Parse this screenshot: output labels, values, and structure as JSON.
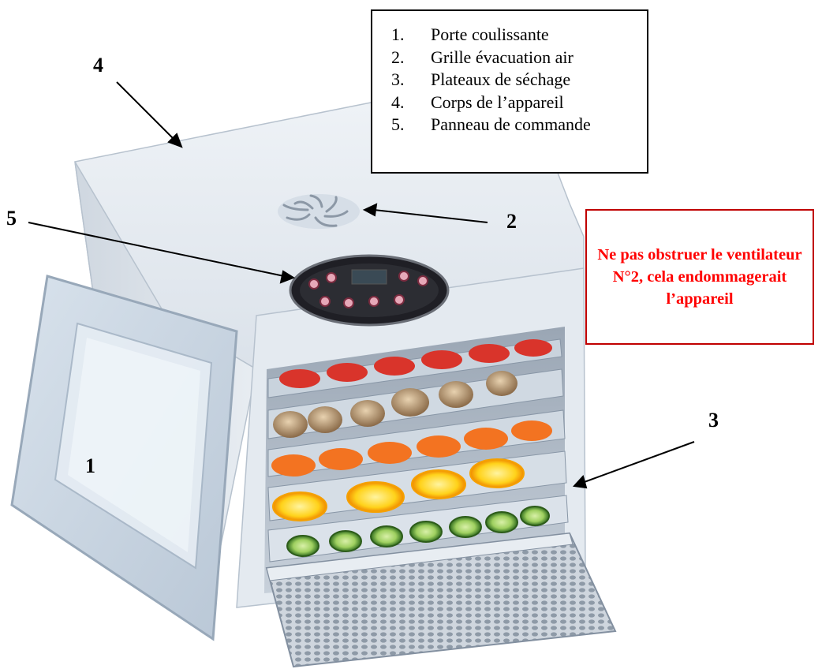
{
  "legend": {
    "items": [
      {
        "num": "1.",
        "label": "Porte coulissante"
      },
      {
        "num": "2.",
        "label": "Grille évacuation air"
      },
      {
        "num": "3.",
        "label": "Plateaux de séchage"
      },
      {
        "num": "4.",
        "label": "Corps de l’appareil"
      },
      {
        "num": "5.",
        "label": "Panneau de commande"
      }
    ]
  },
  "warning": {
    "text": "Ne pas obstruer le ventilateur N°2, cela endommagerait l’appareil",
    "color": "#ff0000"
  },
  "callouts": {
    "door": "1",
    "vent": "2",
    "trays": "3",
    "body": "4",
    "panel": "5"
  },
  "product": {
    "body_color": "#dfe6ed",
    "tray_count": 6
  }
}
